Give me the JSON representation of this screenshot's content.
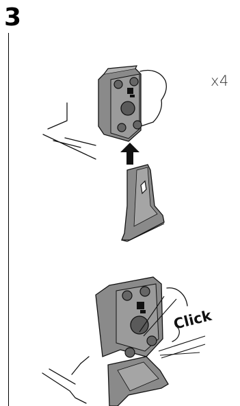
{
  "step": {
    "number": "3"
  },
  "quantity": {
    "label": "x4"
  },
  "callout": {
    "text": "Click"
  }
}
